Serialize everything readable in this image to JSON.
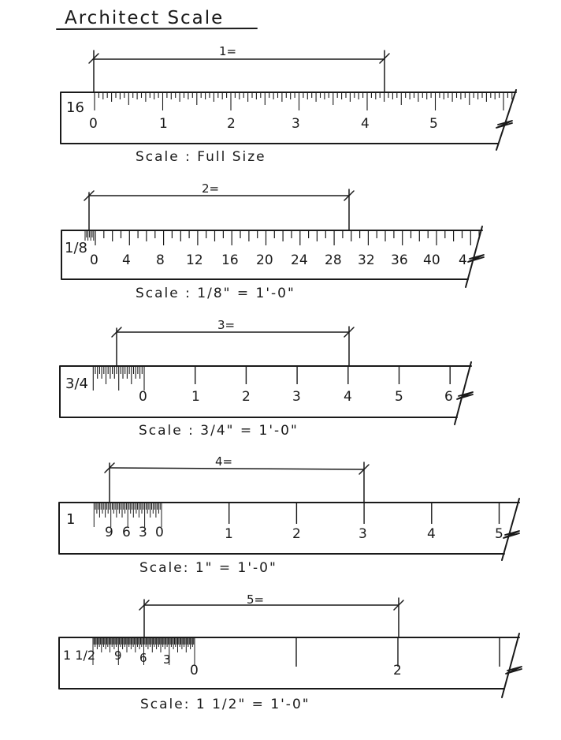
{
  "title": "Architect Scale",
  "rulers": [
    {
      "dimension": "1=",
      "family": "16",
      "labels": [
        "0",
        "1",
        "2",
        "3",
        "4",
        "5"
      ],
      "caption": "Scale : Full Size"
    },
    {
      "dimension": "2=",
      "family": "1/8",
      "labels": [
        "0",
        "4",
        "8",
        "12",
        "16",
        "20",
        "24",
        "28",
        "32",
        "36",
        "40",
        "4"
      ],
      "caption": "Scale : 1/8\" = 1'-0\""
    },
    {
      "dimension": "3=",
      "family": "3/4",
      "labels": [
        "0",
        "1",
        "2",
        "3",
        "4",
        "5",
        "6"
      ],
      "caption": "Scale : 3/4\" = 1'-0\""
    },
    {
      "dimension": "4=",
      "family": "1",
      "labels": [
        "9",
        "6",
        "3",
        "0",
        "1",
        "2",
        "3",
        "4",
        "5"
      ],
      "caption": "Scale: 1\" = 1'-0\""
    },
    {
      "dimension": "5=",
      "family": "1 1/2",
      "labels": [
        "9",
        "6",
        "3",
        "0",
        "2"
      ],
      "caption": "Scale: 1 1/2\" = 1'-0\""
    }
  ]
}
